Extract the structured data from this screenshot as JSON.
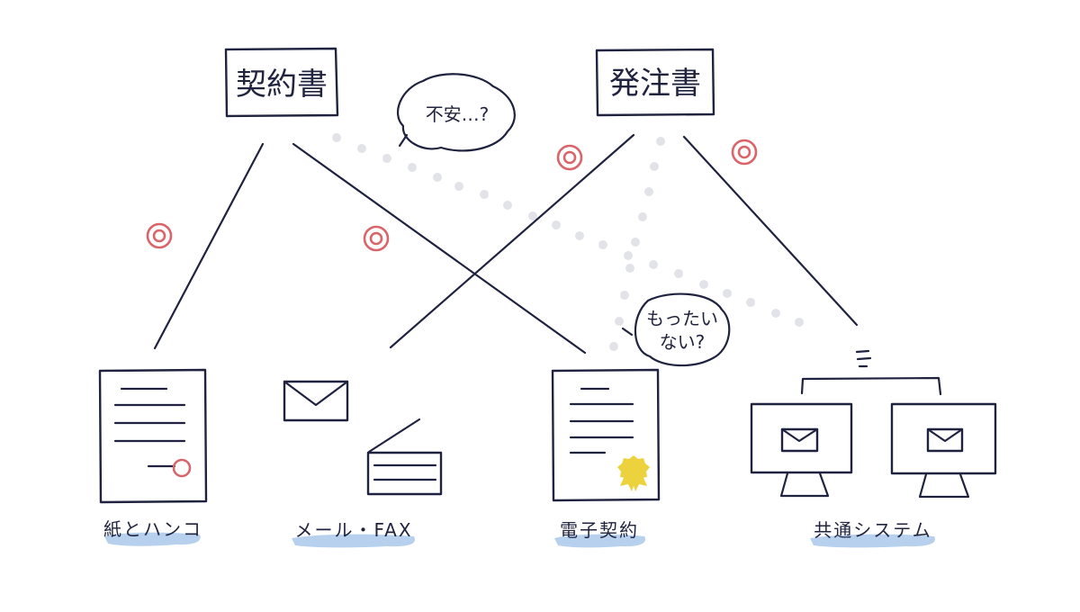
{
  "top_documents": [
    {
      "id": "contract",
      "label": "契約書"
    },
    {
      "id": "order",
      "label": "発注書"
    }
  ],
  "methods": [
    {
      "id": "paper-hanko",
      "label": "紙とハンコ"
    },
    {
      "id": "mail-fax",
      "label": "メール・FAX"
    },
    {
      "id": "e-contract",
      "label": "電子契約"
    },
    {
      "id": "shared-system",
      "label": "共通システム"
    }
  ],
  "links": [
    {
      "from": "contract",
      "to": "paper-hanko",
      "style": "solid",
      "mark": "double-circle"
    },
    {
      "from": "contract",
      "to": "e-contract",
      "style": "solid",
      "mark": "double-circle"
    },
    {
      "from": "contract",
      "to": "shared-system",
      "style": "dotted"
    },
    {
      "from": "order",
      "to": "mail-fax",
      "style": "solid",
      "mark": "double-circle"
    },
    {
      "from": "order",
      "to": "shared-system",
      "style": "solid",
      "mark": "double-circle"
    },
    {
      "from": "order",
      "to": "e-contract",
      "style": "dotted"
    }
  ],
  "bubbles": [
    {
      "id": "anxious",
      "lines": [
        "不安…?"
      ]
    },
    {
      "id": "wasteful",
      "lines": [
        "もったい",
        "ない?"
      ]
    }
  ],
  "colors": {
    "ink": "#1f2340",
    "mark": "#d9656b",
    "label_highlight": "#a9c8ea",
    "seal": "#ecd23c",
    "dots": "#e2e3e8"
  },
  "icons": [
    "document-icon",
    "hanko-icon",
    "envelope-icon",
    "fax-icon",
    "seal-icon",
    "monitor-icon",
    "wifi-icon"
  ]
}
